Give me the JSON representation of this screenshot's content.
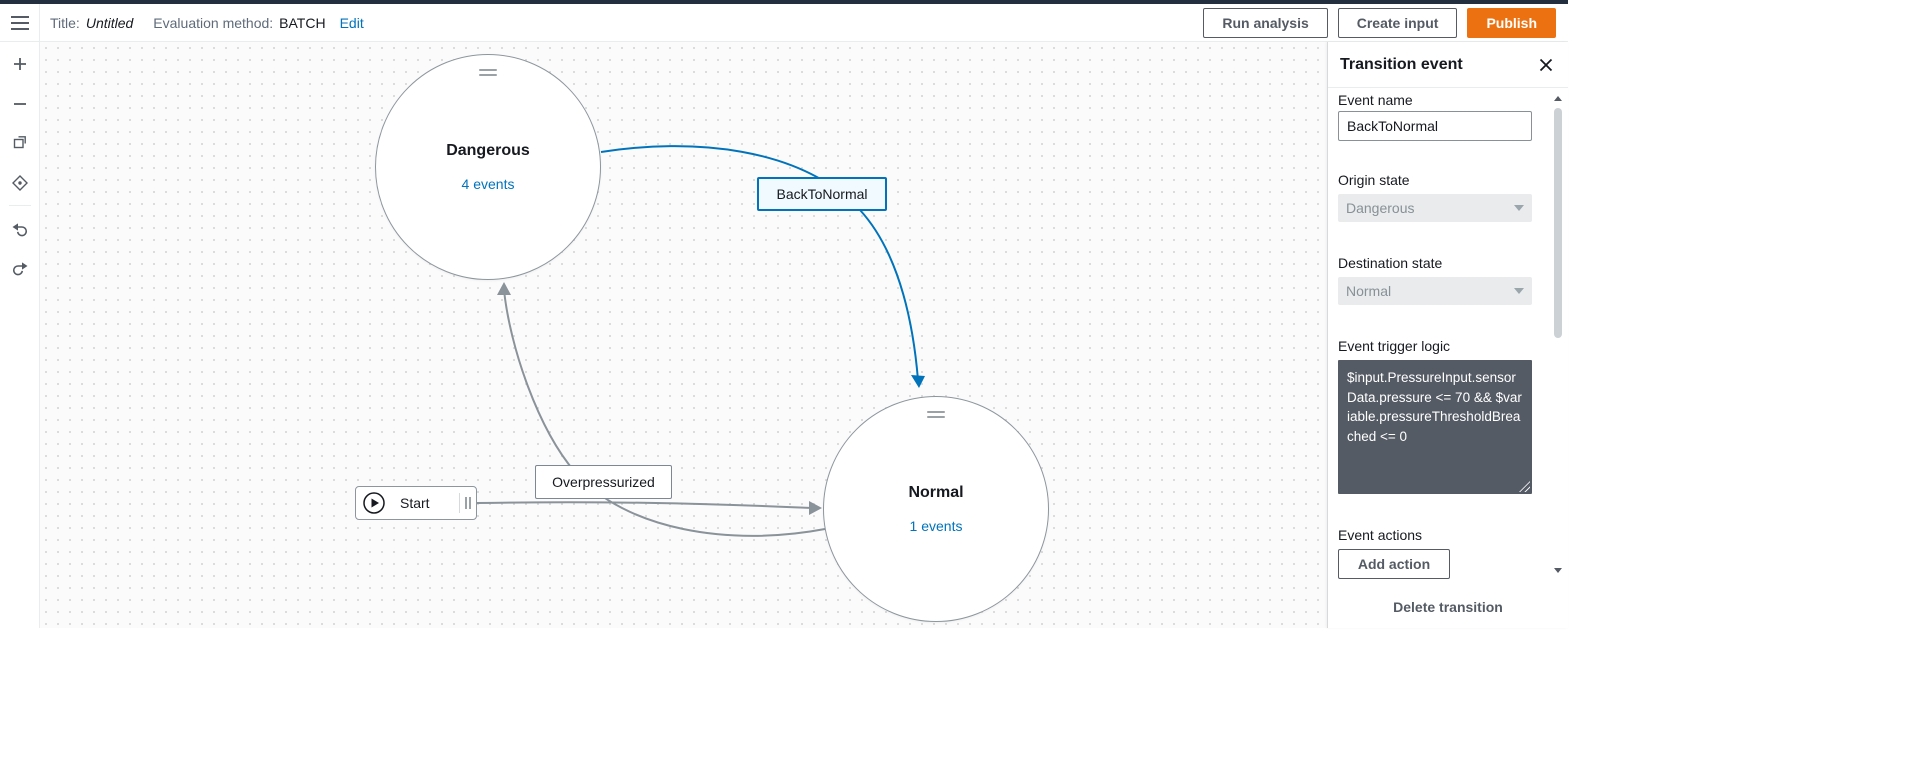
{
  "topbar": {
    "title_label": "Title:",
    "title_value": "Untitled",
    "eval_label": "Evaluation method:",
    "eval_value": "BATCH",
    "edit_link": "Edit",
    "run_analysis": "Run analysis",
    "create_input": "Create input",
    "publish": "Publish"
  },
  "canvas": {
    "states": [
      {
        "name": "Dangerous",
        "events_label": "4 events"
      },
      {
        "name": "Normal",
        "events_label": "1 events"
      }
    ],
    "start": {
      "label": "Start"
    },
    "transitions": [
      {
        "label": "BackToNormal"
      },
      {
        "label": "Overpressurized"
      }
    ]
  },
  "panel": {
    "title": "Transition event",
    "fields": {
      "event_name": {
        "label": "Event name",
        "value": "BackToNormal"
      },
      "origin_state": {
        "label": "Origin state",
        "value": "Dangerous"
      },
      "destination_state": {
        "label": "Destination state",
        "value": "Normal"
      },
      "trigger": {
        "label": "Event trigger logic",
        "code": "$input.PressureInput.sensorData.pressure <= 70 && $variable.pressureThresholdBreached <= 0"
      },
      "actions": {
        "label": "Event actions",
        "add_button": "Add action"
      }
    },
    "delete_button": "Delete transition"
  },
  "colors": {
    "accent_orange": "#ec7211",
    "link_blue": "#0073bb",
    "edge_gray": "#8a929a",
    "code_bg": "#545b64",
    "top_strip": "#232f3e"
  }
}
